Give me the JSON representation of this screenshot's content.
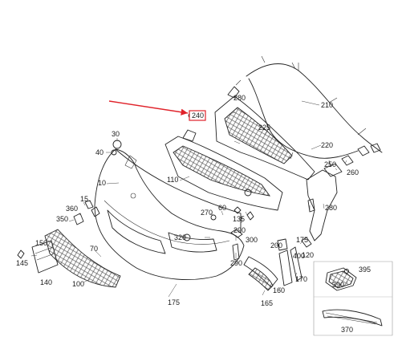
{
  "highlight": {
    "label": "240",
    "color": "#e0222a"
  },
  "callouts": [
    {
      "id": "10",
      "label": "10"
    },
    {
      "id": "15",
      "label": "15"
    },
    {
      "id": "30",
      "label": "30"
    },
    {
      "id": "40",
      "label": "40"
    },
    {
      "id": "60",
      "label": "60"
    },
    {
      "id": "70",
      "label": "70"
    },
    {
      "id": "100",
      "label": "100"
    },
    {
      "id": "110",
      "label": "110"
    },
    {
      "id": "120",
      "label": "120"
    },
    {
      "id": "135",
      "label": "135"
    },
    {
      "id": "140",
      "label": "140"
    },
    {
      "id": "145",
      "label": "145"
    },
    {
      "id": "150",
      "label": "150"
    },
    {
      "id": "160",
      "label": "160"
    },
    {
      "id": "165",
      "label": "165"
    },
    {
      "id": "170",
      "label": "170"
    },
    {
      "id": "175",
      "label": "175"
    },
    {
      "id": "200",
      "label": "200"
    },
    {
      "id": "205",
      "label": "205"
    },
    {
      "id": "210",
      "label": "210"
    },
    {
      "id": "220",
      "label": "220"
    },
    {
      "id": "225",
      "label": "225"
    },
    {
      "id": "230",
      "label": "230"
    },
    {
      "id": "250",
      "label": "250"
    },
    {
      "id": "260",
      "label": "260"
    },
    {
      "id": "270",
      "label": "270"
    },
    {
      "id": "280",
      "label": "280"
    },
    {
      "id": "290",
      "label": "290"
    },
    {
      "id": "300",
      "label": "300"
    },
    {
      "id": "320",
      "label": "320"
    },
    {
      "id": "350",
      "label": "350"
    },
    {
      "id": "360",
      "label": "360"
    },
    {
      "id": "370",
      "label": "370"
    },
    {
      "id": "390",
      "label": "390"
    },
    {
      "id": "395",
      "label": "395"
    },
    {
      "id": "400",
      "label": "400"
    }
  ]
}
